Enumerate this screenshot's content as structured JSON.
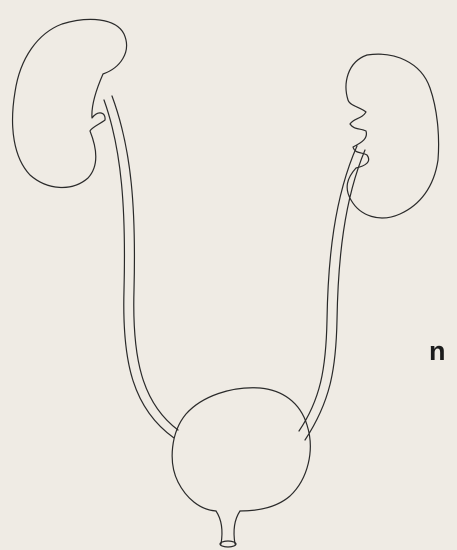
{
  "diagram": {
    "text_label": "n",
    "colors": {
      "paper": "#efebe4",
      "ink": "#2a2a2a",
      "label": "#1c1c1c"
    },
    "parts": [
      "left-kidney",
      "right-kidney",
      "left-ureter",
      "right-ureter",
      "urinary-bladder",
      "urethra"
    ]
  }
}
